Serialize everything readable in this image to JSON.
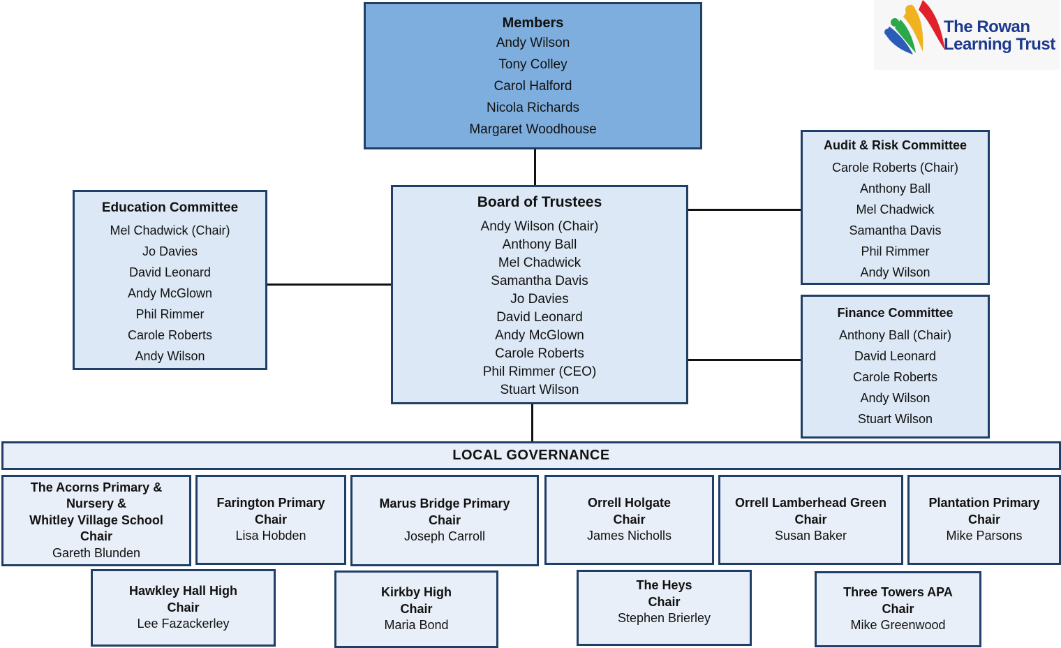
{
  "logo": {
    "text": "The Rowan Learning Trust",
    "line1": "The Rowan",
    "line2": "Learning Trust"
  },
  "members": {
    "title": "Members",
    "names": [
      "Andy Wilson",
      "Tony Colley",
      "Carol Halford",
      "Nicola Richards",
      "Margaret Woodhouse"
    ]
  },
  "board": {
    "title": "Board of Trustees",
    "names": [
      "Andy Wilson (Chair)",
      "Anthony Ball",
      "Mel Chadwick",
      "Samantha Davis",
      "Jo Davies",
      "David Leonard",
      "Andy McGlown",
      "Carole Roberts",
      "Phil Rimmer (CEO)",
      "Stuart Wilson"
    ]
  },
  "education": {
    "title": "Education Committee",
    "names": [
      "Mel Chadwick (Chair)",
      "Jo Davies",
      "David Leonard",
      "Andy McGlown",
      "Phil Rimmer",
      "Carole Roberts",
      "Andy Wilson"
    ]
  },
  "audit": {
    "title": "Audit & Risk Committee",
    "names": [
      "Carole Roberts (Chair)",
      "Anthony Ball",
      "Mel Chadwick",
      "Samantha Davis",
      "Phil Rimmer",
      "Andy Wilson"
    ]
  },
  "finance": {
    "title": "Finance Committee",
    "names": [
      "Anthony Ball (Chair)",
      "David Leonard",
      "Carole Roberts",
      "Andy Wilson",
      "Stuart Wilson"
    ]
  },
  "local": {
    "title": "LOCAL GOVERNANCE",
    "schools": [
      {
        "name_lines": [
          "The Acorns Primary &",
          "Nursery &",
          "Whitley Village School"
        ],
        "chair_label": "Chair",
        "chair": "Gareth Blunden"
      },
      {
        "name_lines": [
          "Farington Primary"
        ],
        "chair_label": "Chair",
        "chair": "Lisa Hobden"
      },
      {
        "name_lines": [
          "Marus Bridge Primary"
        ],
        "chair_label": "Chair",
        "chair": "Joseph Carroll"
      },
      {
        "name_lines": [
          "Orrell Holgate"
        ],
        "chair_label": "Chair",
        "chair": "James Nicholls"
      },
      {
        "name_lines": [
          "Orrell Lamberhead Green"
        ],
        "chair_label": "Chair",
        "chair": "Susan Baker"
      },
      {
        "name_lines": [
          "Plantation Primary"
        ],
        "chair_label": "Chair",
        "chair": "Mike Parsons"
      },
      {
        "name_lines": [
          "Hawkley Hall High"
        ],
        "chair_label": "Chair",
        "chair": "Lee Fazackerley"
      },
      {
        "name_lines": [
          "Kirkby High"
        ],
        "chair_label": "Chair",
        "chair": "Maria Bond"
      },
      {
        "name_lines": [
          "The Heys"
        ],
        "chair_label": "Chair",
        "chair": "Stephen Brierley"
      },
      {
        "name_lines": [
          "Three Towers APA"
        ],
        "chair_label": "Chair",
        "chair": "Mike Greenwood"
      }
    ]
  }
}
